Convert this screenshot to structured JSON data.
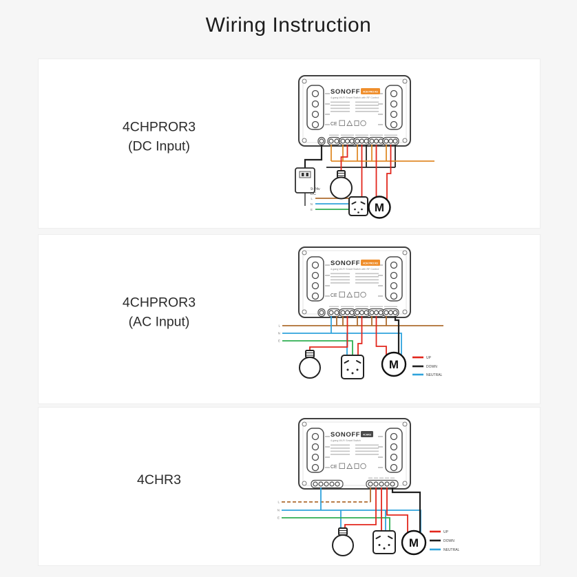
{
  "title": "Wiring Instruction",
  "colors": {
    "red": "#e2261c",
    "black": "#1f1f1f",
    "blue": "#2fa3dc",
    "green": "#2fae52",
    "brown": "#ae6b2e",
    "orange": "#e08a28",
    "badge_orange": "#ef8e2c",
    "badge_dark": "#4a4a4a"
  },
  "sections": [
    {
      "model": "4CHPROR3",
      "variant": "(DC Input)",
      "device": {
        "brand": "SONOFF",
        "badge": "4CH PRO R3",
        "subtitle": "4-gang Wi-Fi Smart Switch with RF Control",
        "cert": "CE"
      },
      "adapter": {
        "line1": "9-24v",
        "line2": "DC"
      },
      "motor": "M",
      "wire_labels": {
        "l": "L",
        "n": "N",
        "e": "E"
      }
    },
    {
      "model": "4CHPROR3",
      "variant": "(AC Input)",
      "device": {
        "brand": "SONOFF",
        "badge": "4CH PRO R3",
        "subtitle": "4-gang Wi-Fi Smart Switch with RF Control",
        "cert": "CE"
      },
      "motor": "M",
      "wire_labels": {
        "l": "L",
        "n": "N",
        "e": "E"
      },
      "legend": {
        "up": "UP",
        "down": "DOWN",
        "neutral": "NEUTRAL"
      }
    },
    {
      "model": "4CHR3",
      "variant": "",
      "device": {
        "brand": "SONOFF",
        "badge": "4CHR3",
        "subtitle": "4-gang Wi-Fi Smart Switch",
        "cert": "CE"
      },
      "motor": "M",
      "wire_labels": {
        "l": "L",
        "n": "N",
        "e": "E"
      },
      "legend": {
        "up": "UP",
        "down": "DOWN",
        "neutral": "NEUTRAL"
      }
    }
  ]
}
